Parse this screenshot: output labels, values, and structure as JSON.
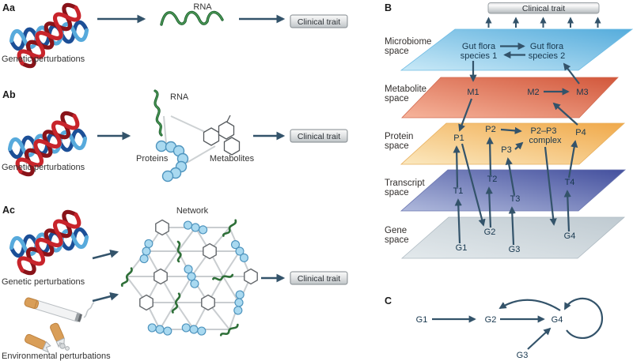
{
  "panel_aa": {
    "label": "Aa",
    "dna_caption": "Genetic perturbations",
    "rna_label": "RNA",
    "clinical_trait": "Clinical trait"
  },
  "panel_ab": {
    "label": "Ab",
    "dna_caption": "Genetic perturbations",
    "rna_label": "RNA",
    "proteins_label": "Proteins",
    "metabolites_label": "Metabolites",
    "clinical_trait": "Clinical trait"
  },
  "panel_ac": {
    "label": "Ac",
    "dna_caption": "Genetic perturbations",
    "env_caption": "Environmental perturbations",
    "network_label": "Network",
    "clinical_trait": "Clinical trait"
  },
  "panel_b": {
    "label": "B",
    "clinical_trait": "Clinical trait",
    "layers": {
      "microbiome_l1": "Microbiome",
      "microbiome_l2": "space",
      "metabolite_l1": "Metabolite",
      "metabolite_l2": "space",
      "protein_l1": "Protein",
      "protein_l2": "space",
      "transcript_l1": "Transcript",
      "transcript_l2": "space",
      "gene_l1": "Gene",
      "gene_l2": "space"
    },
    "nodes": {
      "gut1_l1": "Gut flora",
      "gut1_l2": "species 1",
      "gut2_l1": "Gut flora",
      "gut2_l2": "species 2",
      "m1": "M1",
      "m2": "M2",
      "m3": "M3",
      "p1": "P1",
      "p2": "P2",
      "p3": "P3",
      "p4": "P4",
      "p23_l1": "P2–P3",
      "p23_l2": "complex",
      "t1": "T1",
      "t2": "T2",
      "t3": "T3",
      "t4": "T4",
      "g1": "G1",
      "g2": "G2",
      "g3": "G3",
      "g4": "G4"
    }
  },
  "panel_c": {
    "label": "C",
    "g1": "G1",
    "g2": "G2",
    "g3": "G3",
    "g4": "G4"
  },
  "colors": {
    "arrow": "#33536a",
    "microbiome_layer": "#58aedd",
    "metabolite_layer": "#d4593c",
    "protein_layer": "#f0a94a",
    "transcript_layer": "#46519f",
    "gene_layer": "#c3cdd4",
    "dna_red": "#c8242b",
    "dna_blue": "#2f6db0",
    "rna_green": "#2e6f38",
    "protein_blue": "#a9d9f0"
  }
}
